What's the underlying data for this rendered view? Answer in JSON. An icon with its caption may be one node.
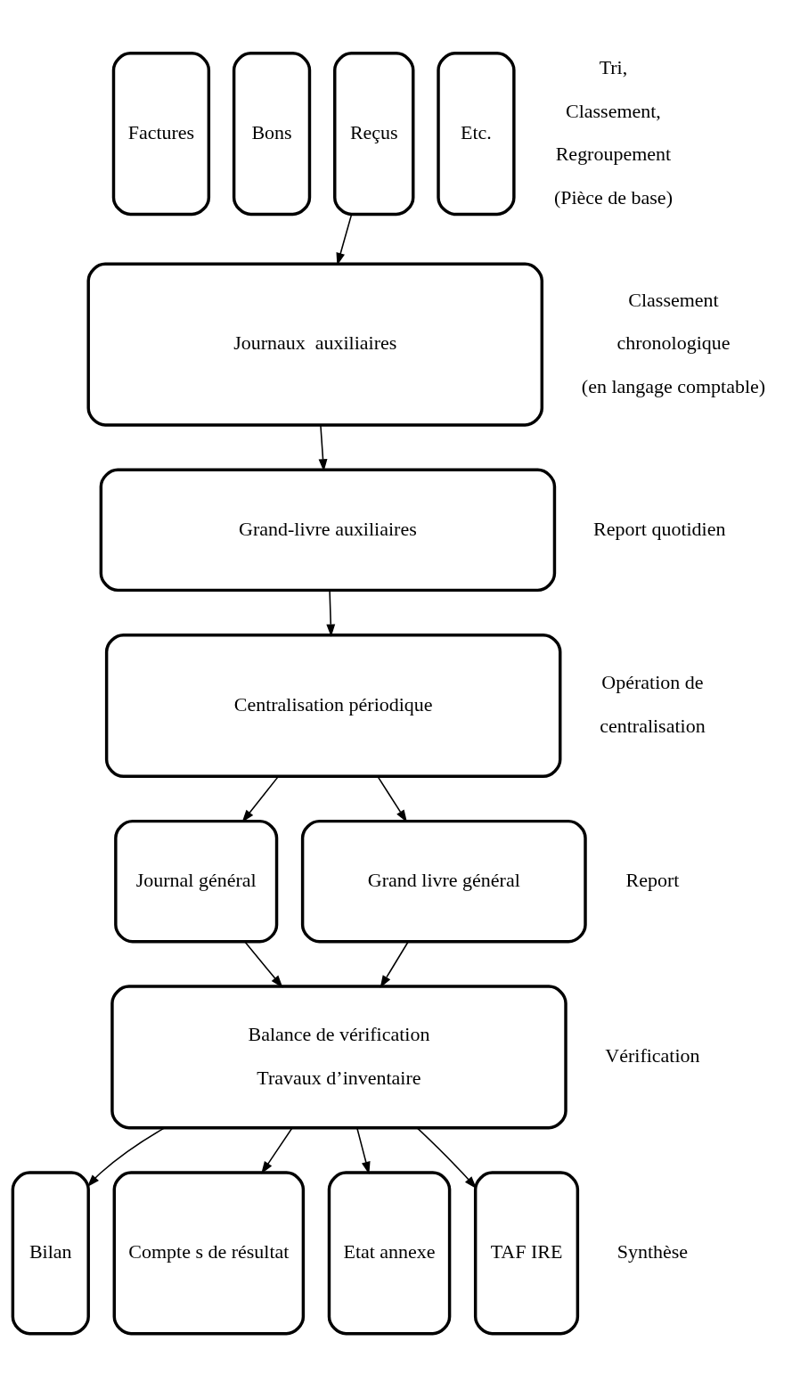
{
  "diagram": {
    "nodes": [
      {
        "text": [
          "Factures"
        ]
      },
      {
        "text": [
          "Bons"
        ]
      },
      {
        "text": [
          "Reçus"
        ]
      },
      {
        "text": [
          "Etc."
        ]
      },
      {
        "text": [
          "Journaux  auxiliaires"
        ]
      },
      {
        "text": [
          "Grand-livre auxiliaires"
        ]
      },
      {
        "text": [
          "Centralisation périodique"
        ]
      },
      {
        "text": [
          "Journal général"
        ]
      },
      {
        "text": [
          "Grand livre général"
        ]
      },
      {
        "text": [
          "Balance de vérification",
          "Travaux d’inventaire"
        ]
      },
      {
        "text": [
          "Bilan"
        ]
      },
      {
        "text": [
          "Compte s de résultat"
        ]
      },
      {
        "text": [
          "Etat annexe"
        ]
      },
      {
        "text": [
          "TAF IRE"
        ]
      }
    ],
    "edges": [
      {
        "from": 2,
        "to": 4,
        "arrow": "to"
      },
      {
        "from": 4,
        "to": 5,
        "arrow": "to"
      },
      {
        "from": 5,
        "to": 6,
        "arrow": "to"
      },
      {
        "from": 6,
        "to": 7,
        "arrow": "to"
      },
      {
        "from": 6,
        "to": 8,
        "arrow": "to"
      },
      {
        "from": 7,
        "to": 9,
        "arrow": "to"
      },
      {
        "from": 8,
        "to": 9,
        "arrow": "to"
      },
      {
        "from": 9,
        "to": 10,
        "arrow": "to"
      },
      {
        "from": 9,
        "to": 11,
        "arrow": "to"
      },
      {
        "from": 9,
        "to": 12,
        "arrow": "to"
      },
      {
        "from": 9,
        "to": 13,
        "arrow": "to"
      }
    ],
    "labels": [
      "Tri,",
      "Classement,",
      "Regroupement",
      "(Pièce de base)",
      "Classement",
      "chronologique",
      "(en langage comptable)",
      "Report quotidien",
      "Opération de",
      "centralisation",
      "Report",
      "Vérification",
      "Synthèse"
    ]
  }
}
